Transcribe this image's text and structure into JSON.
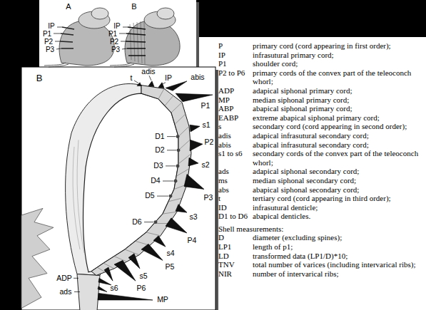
{
  "diagram": {
    "labels": [
      "A",
      "B",
      "IP",
      "P1",
      "P2",
      "P3",
      "IP",
      "P1",
      "P2",
      "P3",
      "B",
      "t",
      "adis",
      "IP",
      "abis",
      "P1",
      "D1",
      "s1",
      "D2",
      "P2",
      "s2",
      "D3",
      "D4",
      "P3",
      "D5",
      "s3",
      "D6",
      "P4",
      "s4",
      "P5",
      "s5",
      "P6",
      "s6",
      "ADP",
      "ads",
      "MP",
      "P",
      "primary cord (cord appearing in first order);",
      "IP",
      "infrasutural primary cord;",
      "P1",
      "shoulder cord;",
      "P2 to P6",
      "primary cords of the convex part of the teleoconch whorl;",
      "ADP",
      "adapical siphonal primary cord;",
      "MP",
      "median siphonal primary cord;",
      "ABP",
      "abapical siphonal primary cord;",
      "EABP",
      "extreme abapical siphonal primary cord;",
      "s",
      "secondary cord (cord appearing in second order);",
      "adis",
      "adapical infrasutural secondary cord;",
      "abis",
      "abapical infrasutural secondary cord;",
      "s1 to s6",
      "secondary cords of the convex part of the teleoconch whorl;",
      "ads",
      "adapical siphonal secondary cord;",
      "ms",
      "median siphonal secondary cord;",
      "abs",
      "abapical siphonal secondary cord;",
      "t",
      "tertiary cord (cord appearing in third order);",
      "ID",
      "infrasutural denticle;",
      "D1 to D6",
      "abapical denticles.",
      "Shell measurements:",
      "D",
      "diameter (excluding spines);",
      "LP1",
      "length of p1;",
      "LD",
      "transformed data (LP1/D)*10;",
      "TNV",
      "total number of varices (including intervarical ribs);",
      "NIR",
      "number of intervarical ribs;"
    ]
  }
}
